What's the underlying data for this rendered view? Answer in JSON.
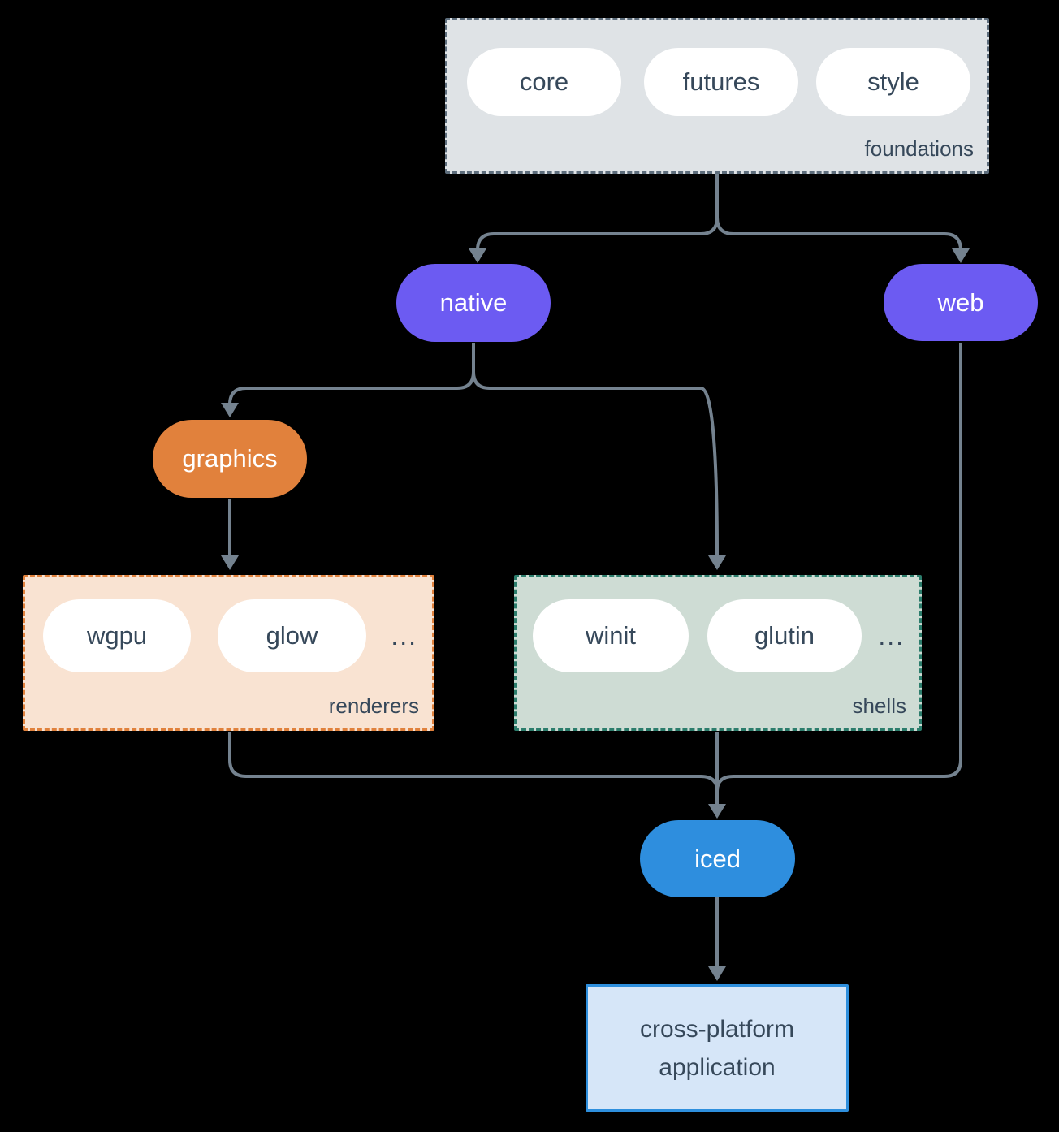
{
  "groups": {
    "foundations": {
      "label": "foundations",
      "items": [
        "core",
        "futures",
        "style"
      ]
    },
    "renderers": {
      "label": "renderers",
      "items": [
        "wgpu",
        "glow"
      ],
      "more": "..."
    },
    "shells": {
      "label": "shells",
      "items": [
        "winit",
        "glutin"
      ],
      "more": "..."
    }
  },
  "nodes": {
    "native": {
      "label": "native",
      "color": "#6c5bf2"
    },
    "web": {
      "label": "web",
      "color": "#6c5bf2"
    },
    "graphics": {
      "label": "graphics",
      "color": "#e1813c"
    },
    "iced": {
      "label": "iced",
      "color": "#2e8ede"
    },
    "application": {
      "lines": [
        "cross-platform",
        "application"
      ],
      "fill": "#d6e6f8",
      "border": "#2e8fdd"
    }
  },
  "colors": {
    "background": "#000000",
    "edge": "#74828f",
    "text_dark": "#36485a",
    "pill_white": "#ffffff",
    "foundations_fill": "#dfe3e6",
    "foundations_border": "#5d6d7c",
    "renderers_fill": "#f9e3d2",
    "renderers_border": "#e0813c",
    "shells_fill": "#cedcd4",
    "shells_border": "#2c7d6c"
  }
}
